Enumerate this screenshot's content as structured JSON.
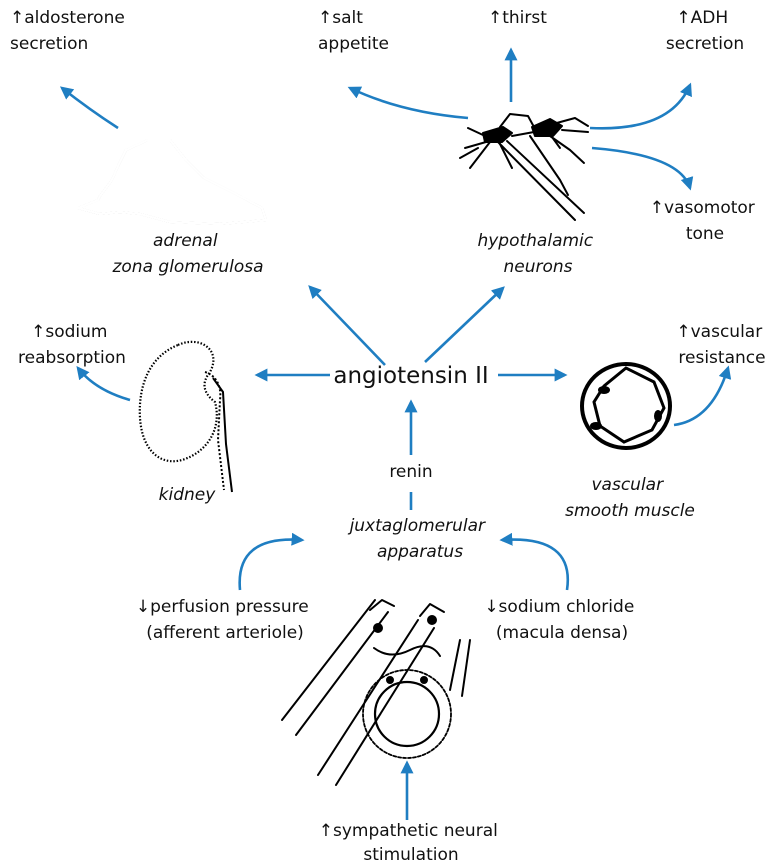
{
  "center": {
    "label": "angiotensin II"
  },
  "upstream": {
    "renin": "renin",
    "jga": [
      "juxtaglomerular",
      "apparatus"
    ]
  },
  "organs": {
    "adrenal": [
      "adrenal",
      "zona glomerulosa"
    ],
    "hypothalamic": [
      "hypothalamic",
      "neurons"
    ],
    "kidney": [
      "kidney"
    ],
    "vascular": [
      "vascular",
      "smooth muscle"
    ]
  },
  "effects": {
    "aldosterone": [
      "↑aldosterone",
      "secretion"
    ],
    "salt": [
      "↑salt",
      "appetite"
    ],
    "thirst": [
      "↑thirst"
    ],
    "adh": [
      "↑ADH",
      "secretion"
    ],
    "vasomotor": [
      "↑vasomotor",
      "tone"
    ],
    "sodium": [
      "↑sodium",
      "reabsorption"
    ],
    "vascular_res": [
      "↑vascular",
      "resistance"
    ]
  },
  "stimuli": {
    "perfusion": [
      "↓perfusion pressure",
      "(afferent arteriole)"
    ],
    "nacl": [
      "↓sodium chloride",
      "(macula densa)"
    ],
    "sympathetic": [
      "↑sympathetic neural",
      "stimulation"
    ]
  },
  "colors": {
    "arrow": "#1f7ec2",
    "text": "#111111"
  }
}
